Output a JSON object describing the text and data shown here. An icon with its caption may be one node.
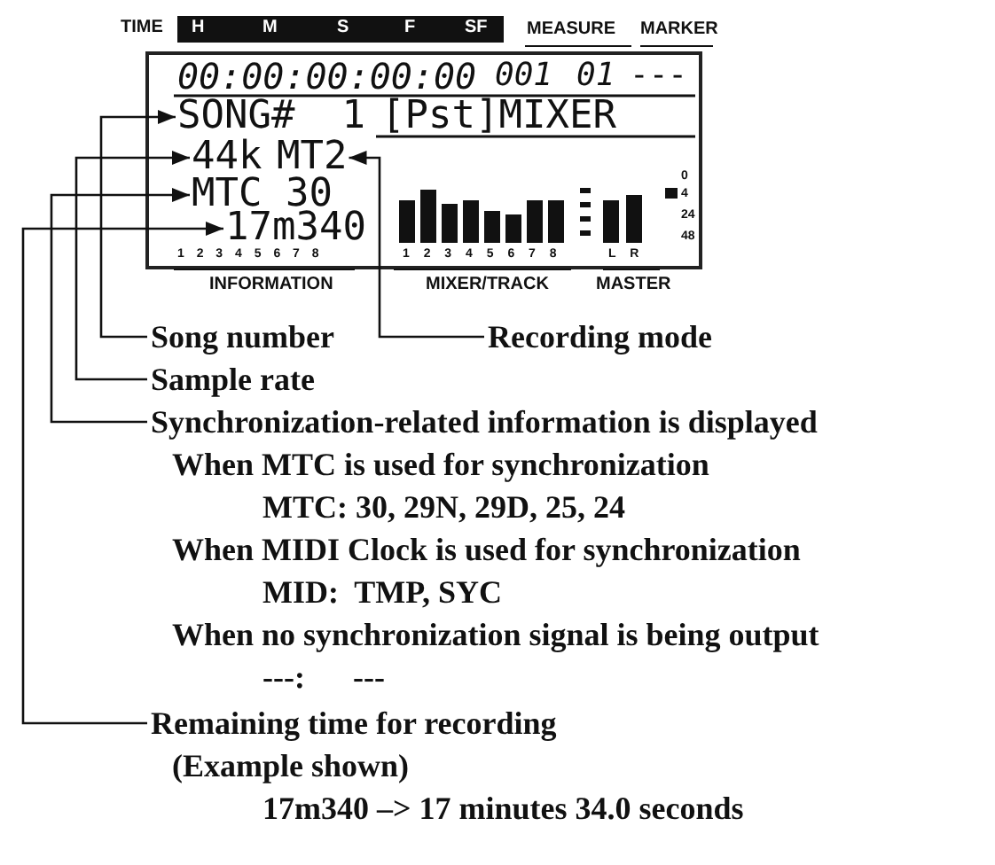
{
  "diagram": {
    "nodes": [
      {
        "text": [
          "SONG#  1"
        ]
      },
      {
        "text": [
          "44k"
        ]
      },
      {
        "text": [
          "MT2"
        ]
      },
      {
        "text": [
          "MTC 30"
        ]
      },
      {
        "text": [
          "17m340"
        ]
      },
      {
        "text": [
          "Song number"
        ]
      },
      {
        "text": [
          "Recording mode"
        ]
      },
      {
        "text": [
          "Sample rate"
        ]
      },
      {
        "text": [
          "Synchronization-related information is displayed",
          "When MTC is used for synchronization",
          "MTC: 30, 29N, 29D, 25, 24",
          "When MIDI Clock is used for synchronization",
          "MID:  TMP, SYC",
          "When no synchronization signal is being output",
          "---:      ---"
        ]
      },
      {
        "text": [
          "Remaining time for recording",
          "(Example shown)",
          "17m340 –> 17 minutes 34.0 seconds"
        ]
      }
    ],
    "edges": [
      {
        "from": 5,
        "to": 0,
        "arrow": "to"
      },
      {
        "from": 6,
        "to": 2,
        "arrow": "to"
      },
      {
        "from": 7,
        "to": 1,
        "arrow": "to"
      },
      {
        "from": 8,
        "to": 3,
        "arrow": "to"
      },
      {
        "from": 9,
        "to": 4,
        "arrow": "to"
      }
    ],
    "labels": [
      "TIME",
      "H",
      "M",
      "S",
      "F",
      "SF",
      "MEASURE",
      "MARKER",
      "00:00:00:00:00",
      "001",
      "01",
      "---",
      "[Pst]MIXER",
      "0",
      "4",
      "24",
      "48",
      "1 2 3 4 5 6 7 8",
      "1 2 3 4 5 6 7 8",
      "L R",
      "INFORMATION",
      "MIXER/TRACK",
      "MASTER"
    ]
  }
}
